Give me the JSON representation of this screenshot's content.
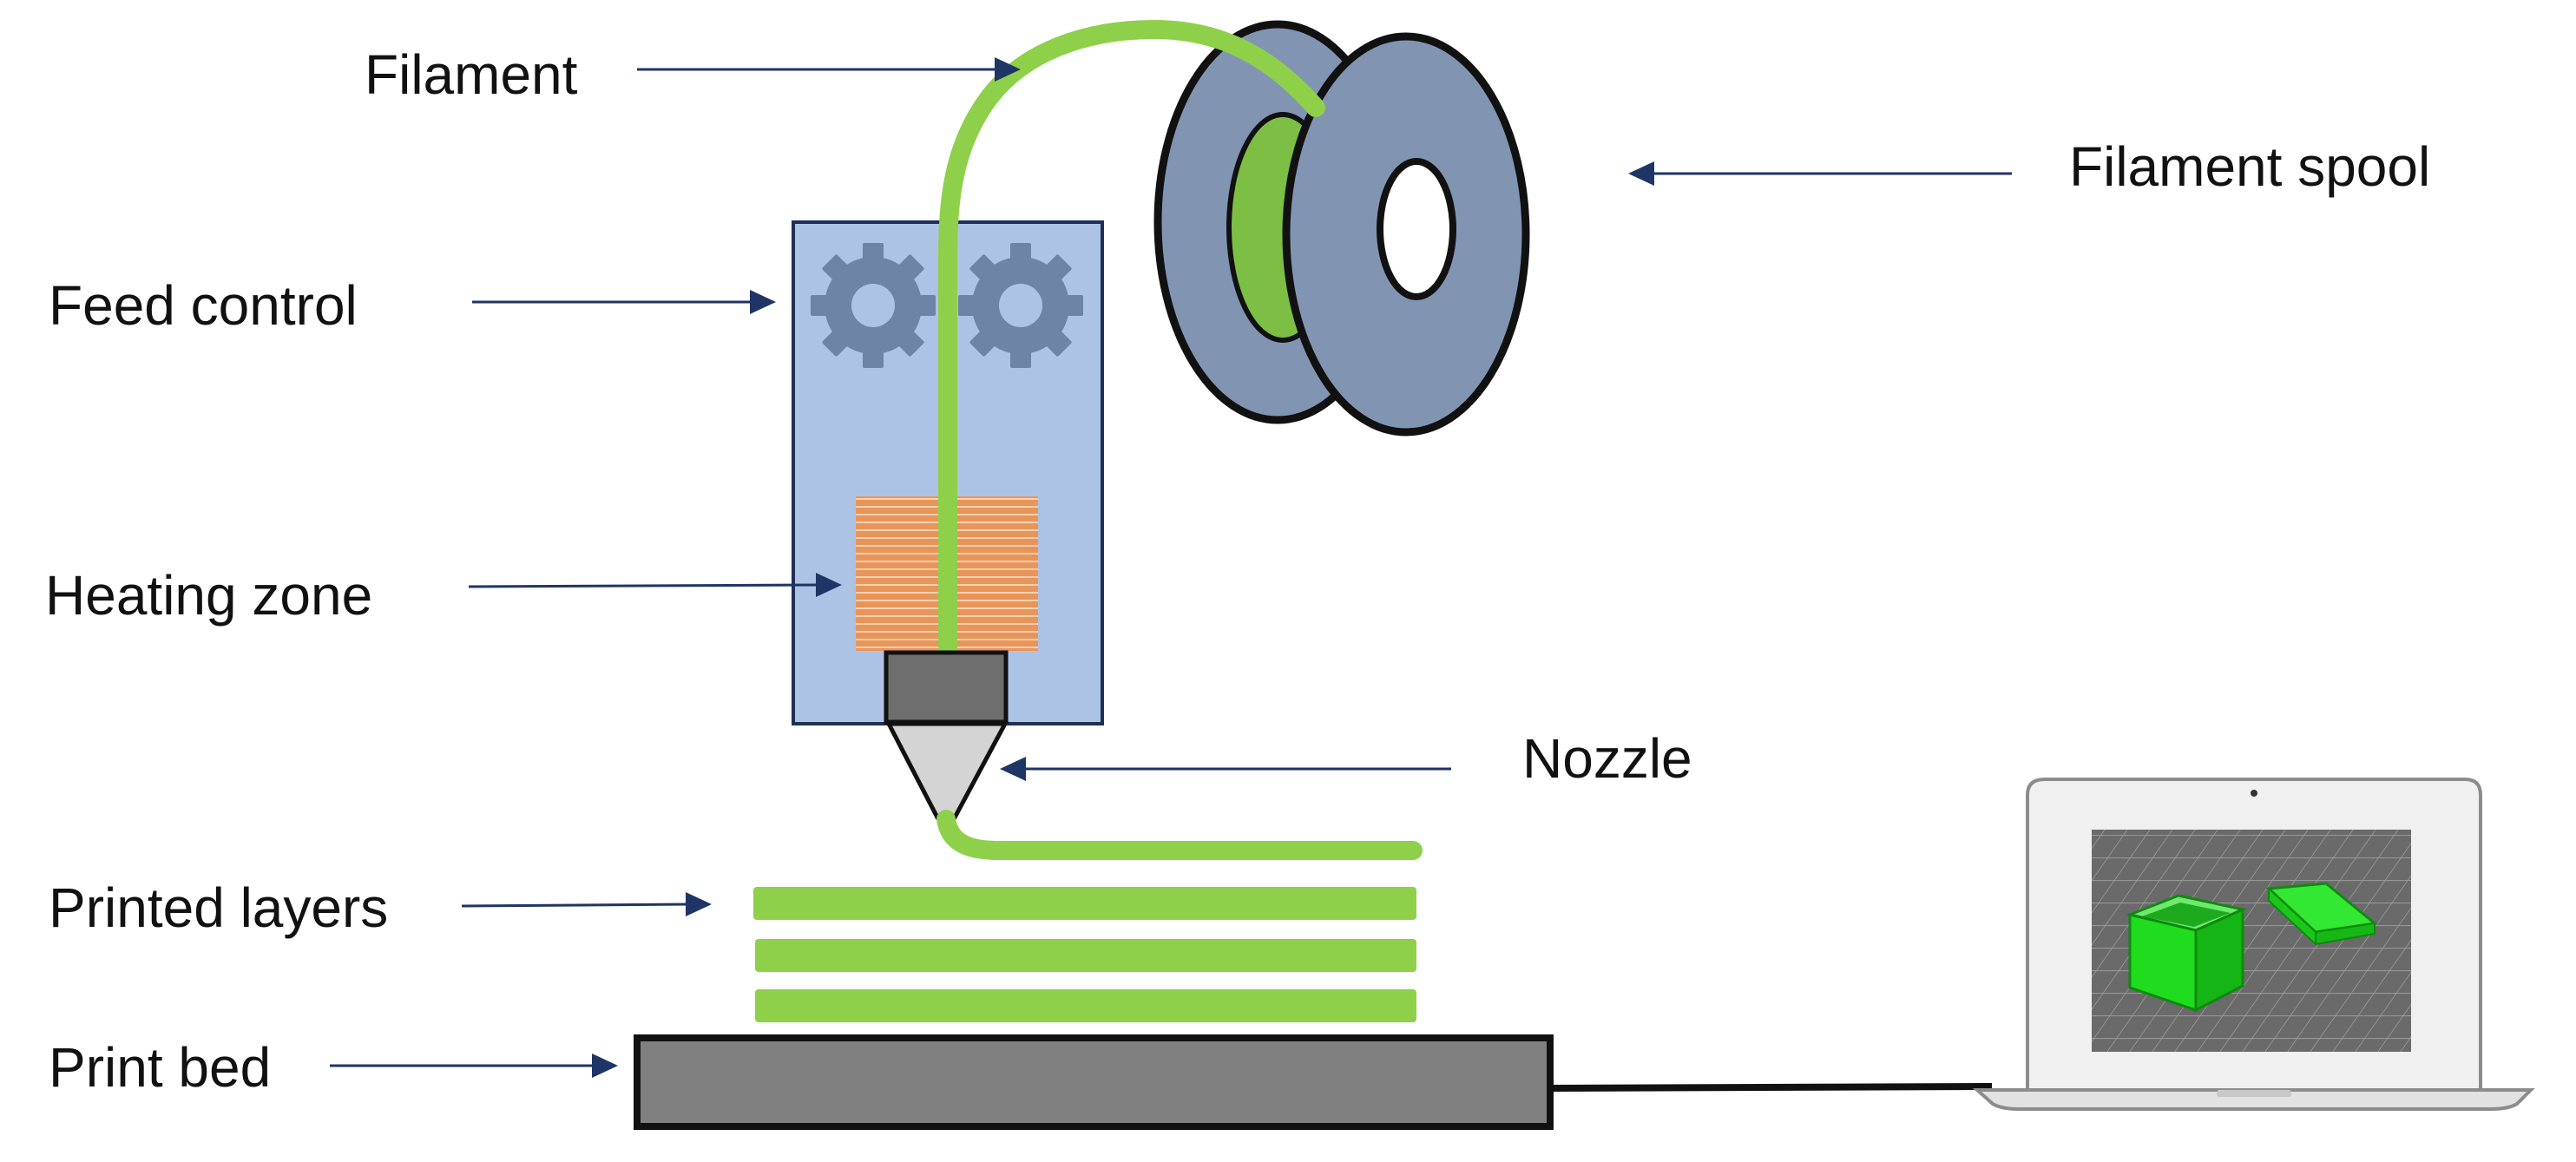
{
  "labels": {
    "filament": "Filament",
    "filament_spool": "Filament spool",
    "feed_control": "Feed control",
    "heating_zone": "Heating zone",
    "nozzle": "Nozzle",
    "printed_layers": "Printed layers",
    "print_bed": "Print bed"
  },
  "colors": {
    "filament_green": "#8ed04a",
    "head_blue": "#adc3e6",
    "gear_slate": "#6e84a6",
    "spool_slate": "#8195b3",
    "heater_orange": "#e8955a",
    "nozzle_gray": "#6e6e6e",
    "bed_gray": "#808080",
    "arrow_navy": "#1f3566",
    "model_green": "#22e022"
  }
}
